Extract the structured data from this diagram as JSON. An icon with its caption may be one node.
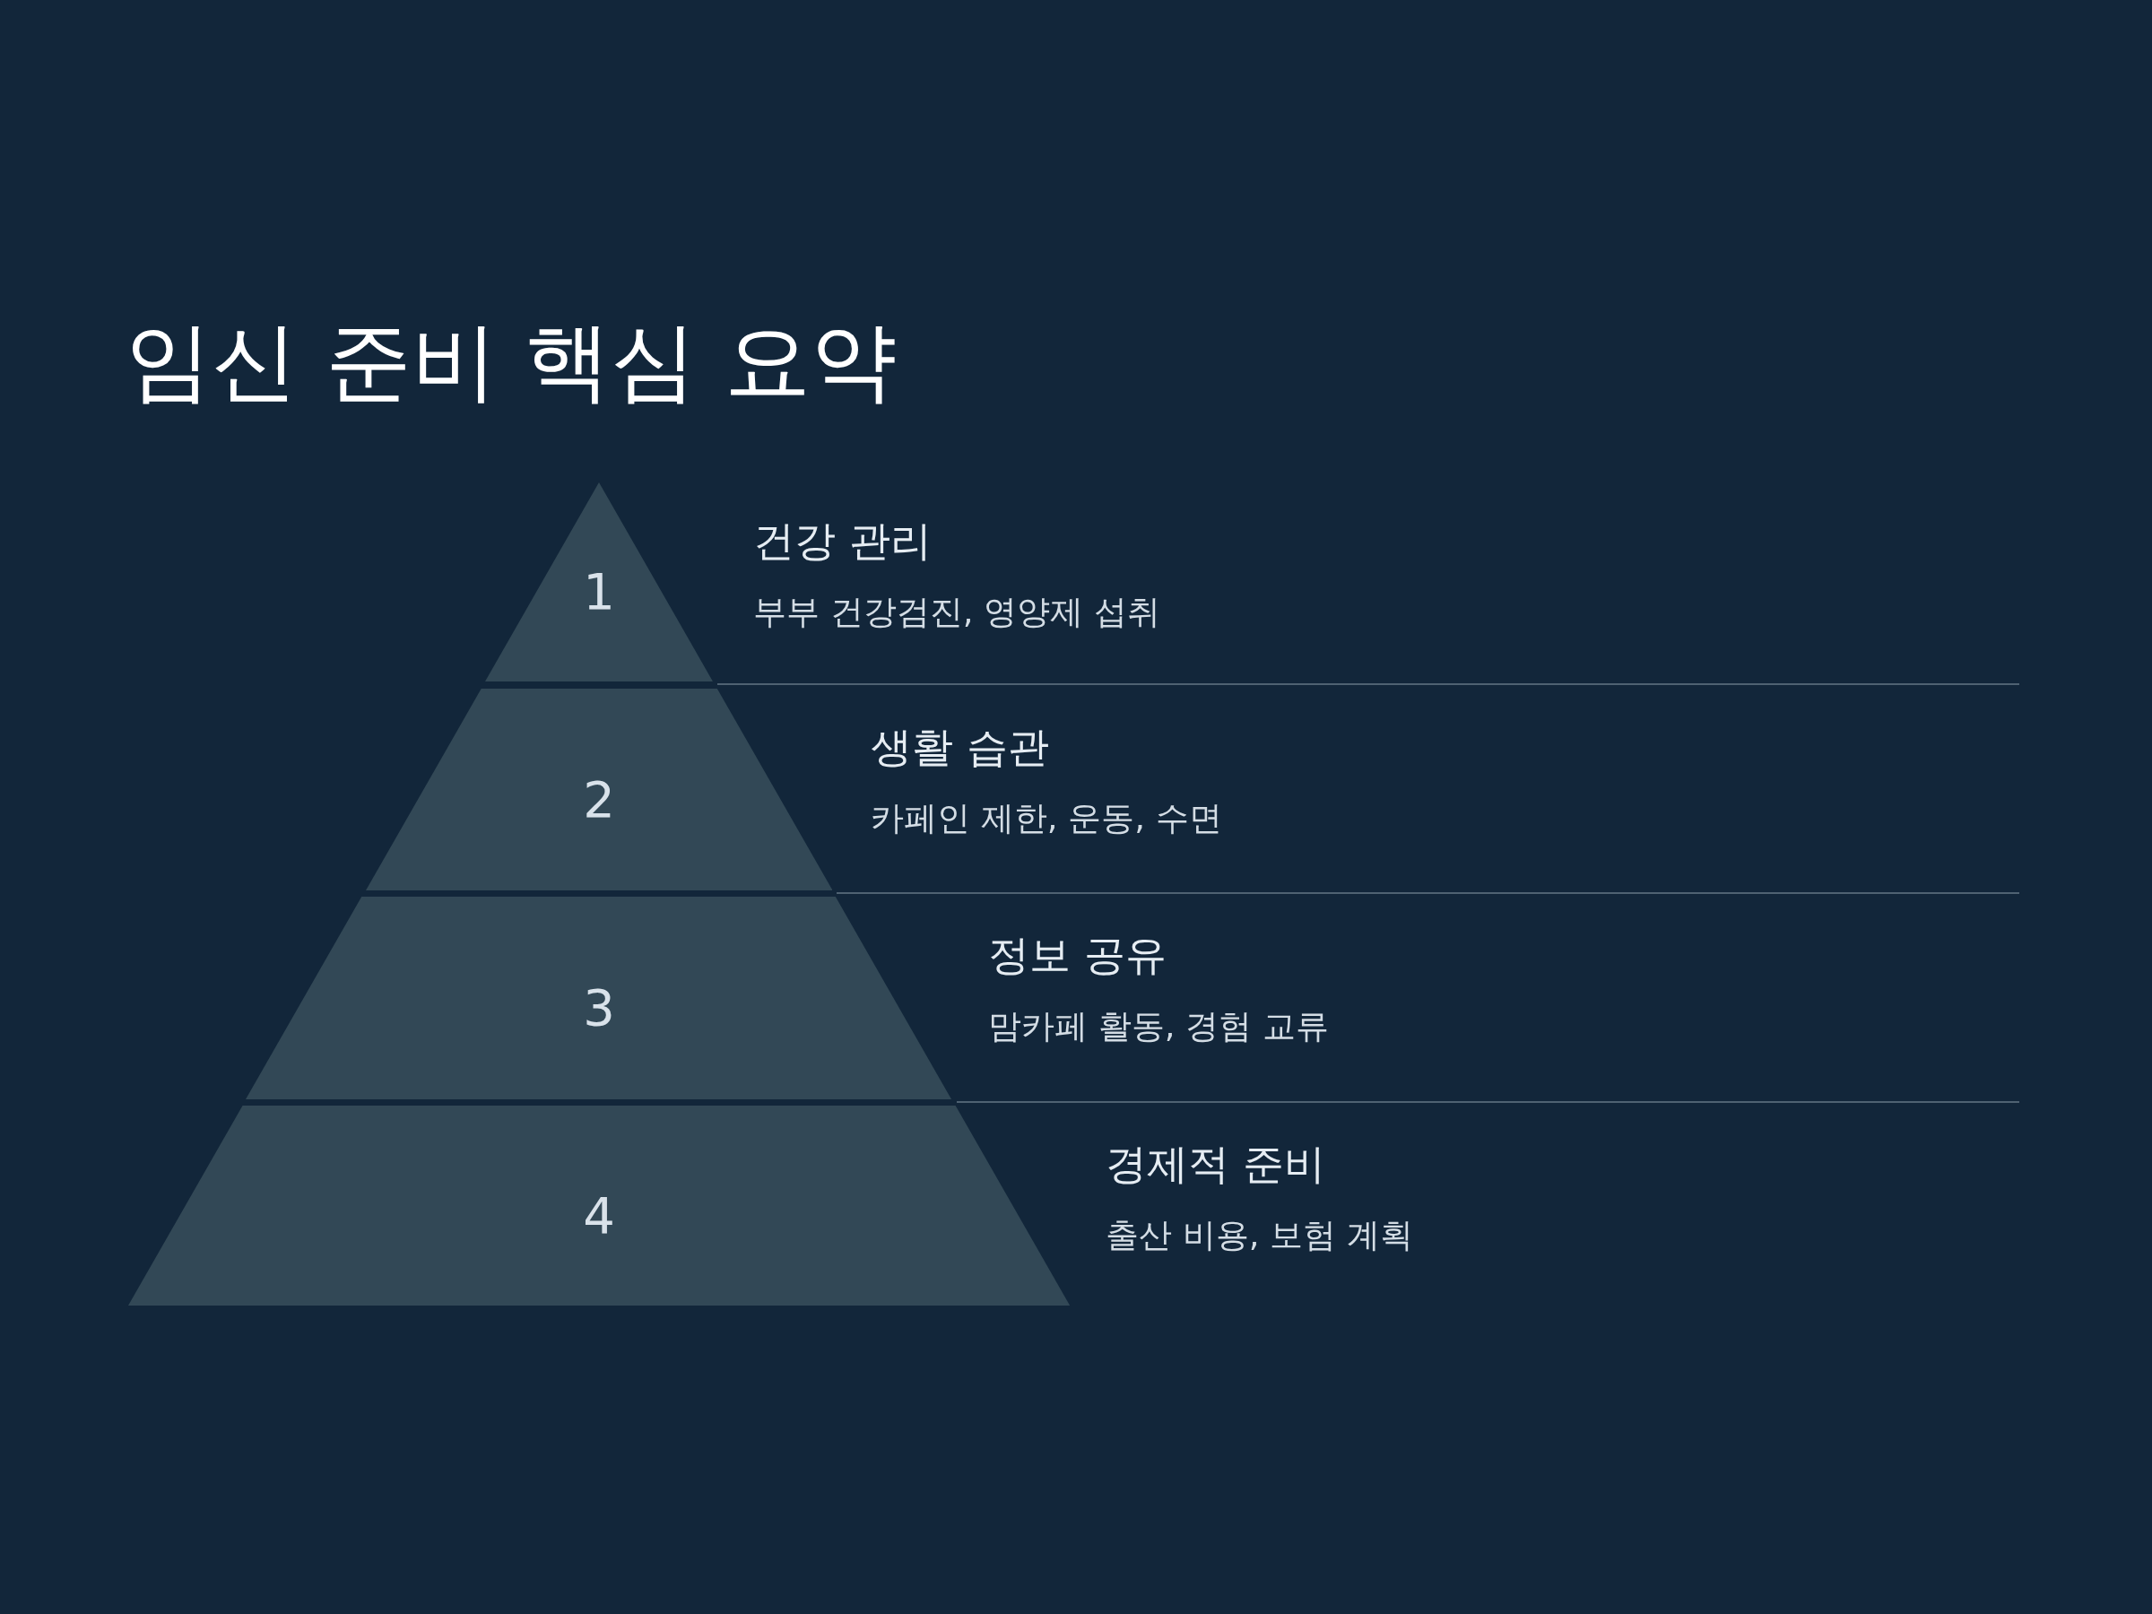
{
  "diagram": {
    "title": "임신 준비 핵심 요약",
    "nodes": [
      {
        "text": [
          "1"
        ],
        "beside": [
          "건강 관리",
          "부부 건강검진, 영양제 섭취"
        ]
      },
      {
        "text": [
          "2"
        ],
        "beside": [
          "생활 습관",
          "카페인 제한, 운동, 수면"
        ]
      },
      {
        "text": [
          "3"
        ],
        "beside": [
          "정보 공유",
          "맘카페 활동, 경험 교류"
        ]
      },
      {
        "text": [
          "4"
        ],
        "beside": [
          "경제적 준비",
          "출산 비용, 보험 계획"
        ]
      }
    ],
    "edges": []
  }
}
